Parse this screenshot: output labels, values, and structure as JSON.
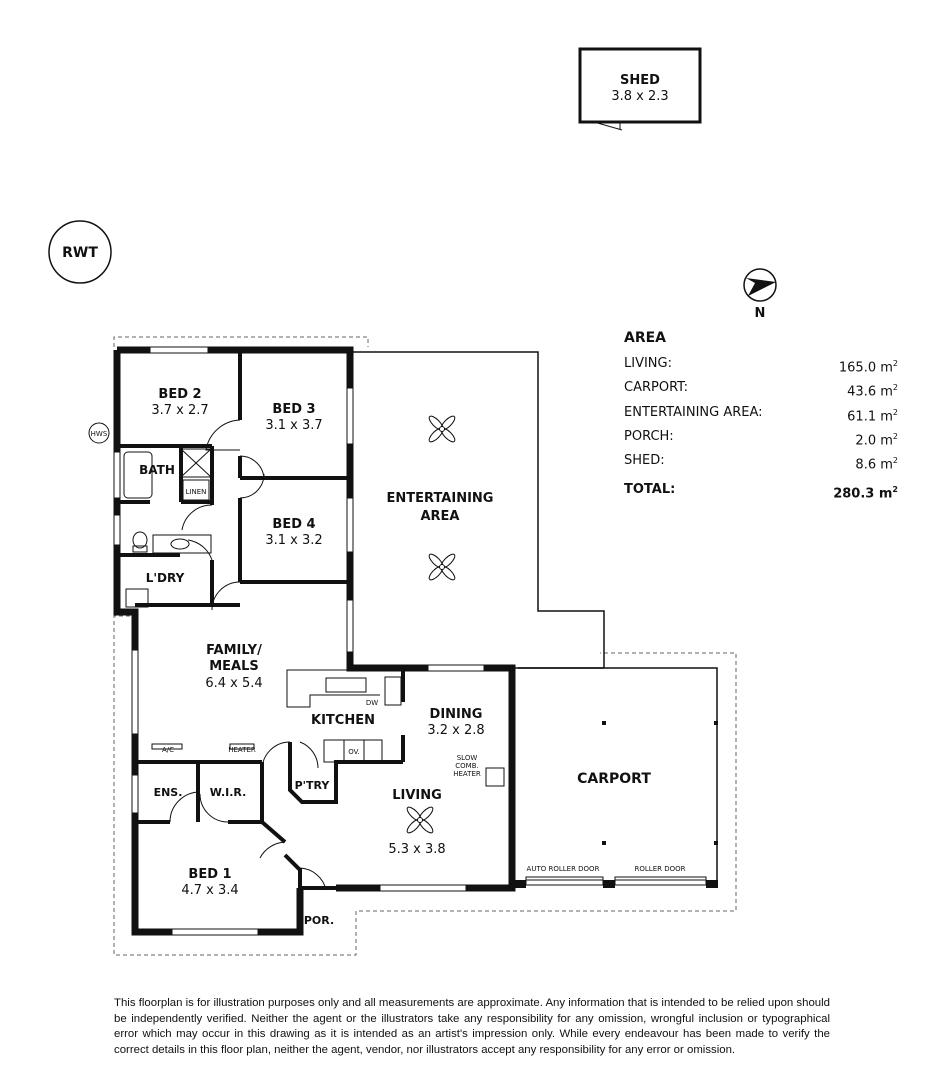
{
  "shed": {
    "name": "SHED",
    "dims": "3.8 x 2.3"
  },
  "rwt": {
    "label": "RWT"
  },
  "compass": {
    "label": "N"
  },
  "rooms": {
    "bed2": {
      "name": "BED 2",
      "dims": "3.7 x 2.7"
    },
    "bed3": {
      "name": "BED 3",
      "dims": "3.1 x 3.7"
    },
    "bed4": {
      "name": "BED 4",
      "dims": "3.1 x 3.2"
    },
    "bath": {
      "name": "BATH"
    },
    "linen": {
      "name": "LINEN"
    },
    "laundry": {
      "name": "L'DRY"
    },
    "entertaining": {
      "line1": "ENTERTAINING",
      "line2": "AREA"
    },
    "family": {
      "line1": "FAMILY/",
      "line2": "MEALS",
      "dims": "6.4 x 5.4"
    },
    "kitchen": {
      "name": "KITCHEN",
      "dw": "DW",
      "oven": "OV."
    },
    "dining": {
      "name": "DINING",
      "dims": "3.2 x 2.8"
    },
    "living": {
      "name": "LIVING",
      "dims": "5.3 x 3.8"
    },
    "heater_note": {
      "line1": "SLOW",
      "line2": "COMB.",
      "line3": "HEATER"
    },
    "pantry": {
      "name": "P'TRY"
    },
    "ensuite": {
      "name": "ENS."
    },
    "wir": {
      "name": "W.I.R."
    },
    "bed1": {
      "name": "BED 1",
      "dims": "4.7 x 3.4"
    },
    "porch": {
      "name": "POR."
    },
    "carport": {
      "name": "CARPORT",
      "door1": "AUTO ROLLER DOOR",
      "door2": "ROLLER DOOR"
    },
    "fixtures": {
      "hws": "HWS",
      "ac": "A/C",
      "heater": "HEATER"
    }
  },
  "area": {
    "title": "AREA",
    "rows": [
      {
        "label": "LIVING:",
        "value": "165.0 m",
        "unit": "2"
      },
      {
        "label": "CARPORT:",
        "value": "43.6 m",
        "unit": "2"
      },
      {
        "label": "ENTERTAINING AREA:",
        "value": "61.1 m",
        "unit": "2"
      },
      {
        "label": "PORCH:",
        "value": "2.0 m",
        "unit": "2"
      },
      {
        "label": "SHED:",
        "value": "8.6 m",
        "unit": "2"
      }
    ],
    "total": {
      "label": "TOTAL:",
      "value": "280.3 m",
      "unit": "2"
    }
  },
  "disclaimer": "This floorplan is for illustration purposes only and all measurements are approximate. Any information that is intended to be relied upon should be independently verified. Neither the agent or the illustrators take any responsibility for any omission, wrongful inclusion or typographical error which may occur in this drawing as it is intended as an artist's impression only. While every endeavour has been made to verify the correct details in this floor plan, neither the agent, vendor, nor illustrators accept any responsibility for any error or omission."
}
